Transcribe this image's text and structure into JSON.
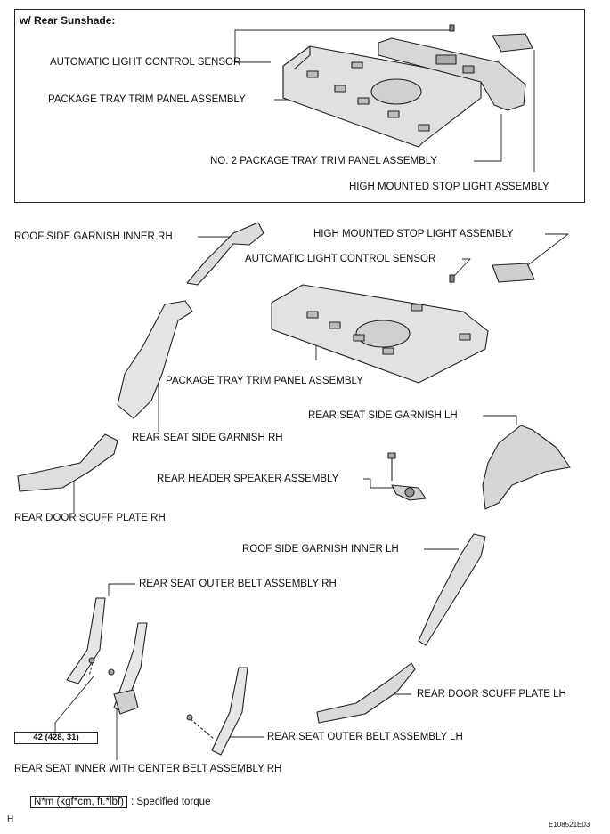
{
  "section_title": "w/ Rear Sunshade:",
  "inset_labels": {
    "auto_light_sensor": "AUTOMATIC LIGHT CONTROL SENSOR",
    "package_tray": "PACKAGE TRAY TRIM PANEL ASSEMBLY",
    "no2_package_tray": "NO. 2 PACKAGE TRAY TRIM PANEL ASSEMBLY",
    "stop_light": "HIGH MOUNTED STOP LIGHT ASSEMBLY"
  },
  "main_labels": {
    "roof_side_inner_rh": "ROOF SIDE GARNISH INNER RH",
    "stop_light": "HIGH MOUNTED STOP LIGHT ASSEMBLY",
    "auto_light_sensor": "AUTOMATIC LIGHT CONTROL SENSOR",
    "package_tray": "PACKAGE TRAY TRIM PANEL ASSEMBLY",
    "rear_seat_side_garnish_rh": "REAR SEAT SIDE GARNISH RH",
    "rear_seat_side_garnish_lh": "REAR SEAT SIDE GARNISH LH",
    "rear_header_speaker": "REAR HEADER SPEAKER ASSEMBLY",
    "rear_door_scuff_rh": "REAR DOOR SCUFF PLATE RH",
    "roof_side_inner_lh": "ROOF SIDE GARNISH INNER LH",
    "rear_seat_outer_belt_rh": "REAR SEAT OUTER BELT ASSEMBLY RH",
    "rear_door_scuff_lh": "REAR DOOR SCUFF PLATE LH",
    "rear_seat_outer_belt_lh": "REAR SEAT OUTER BELT ASSEMBLY LH",
    "rear_seat_inner_center_belt_rh": "REAR SEAT INNER WITH CENTER BELT ASSEMBLY RH"
  },
  "torque_value": "42 (428, 31)",
  "legend": {
    "unit": "N*m (kgf*cm, ft.*lbf)",
    "text": ": Specified torque"
  },
  "corner_left": "H",
  "figure_code": "E108521E03"
}
